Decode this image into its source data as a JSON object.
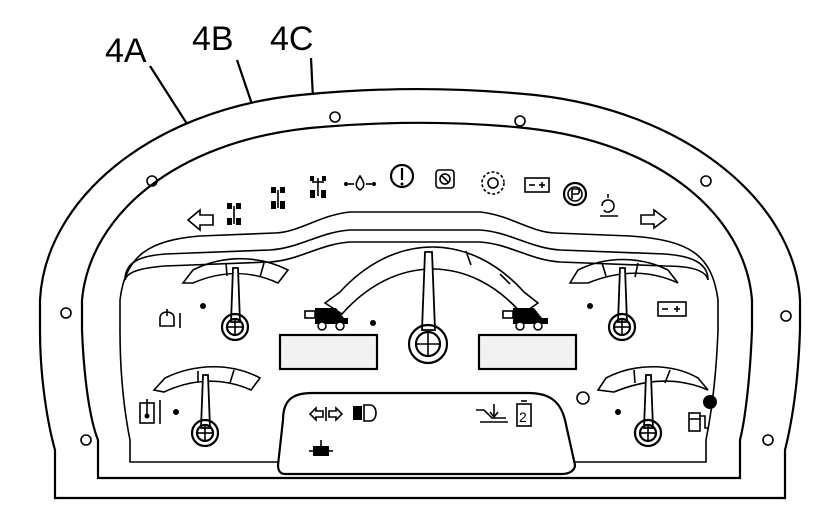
{
  "callouts": [
    {
      "id": "4A",
      "label": "4A"
    },
    {
      "id": "4B",
      "label": "4B"
    },
    {
      "id": "4C",
      "label": "4C"
    }
  ],
  "gear_number": "2",
  "warning_lights": [
    "left-turn-arrow-icon",
    "four-wheel-drive-icon",
    "front-wheel-assist-icon",
    "differential-lock-icon",
    "oil-pressure-icon",
    "master-warning-icon",
    "air-filter-icon",
    "transmission-temp-icon",
    "battery-charge-icon",
    "parking-brake-icon",
    "hitch-icon",
    "right-turn-arrow-icon"
  ],
  "gauges": [
    "engine-coolant-temp-gauge",
    "transmission-oil-temp-gauge",
    "tachometer-gauge",
    "battery-voltage-gauge",
    "fuel-level-gauge"
  ],
  "colors": {
    "line": "#000000",
    "panel": "#f2f2f2",
    "background": "#ffffff"
  }
}
